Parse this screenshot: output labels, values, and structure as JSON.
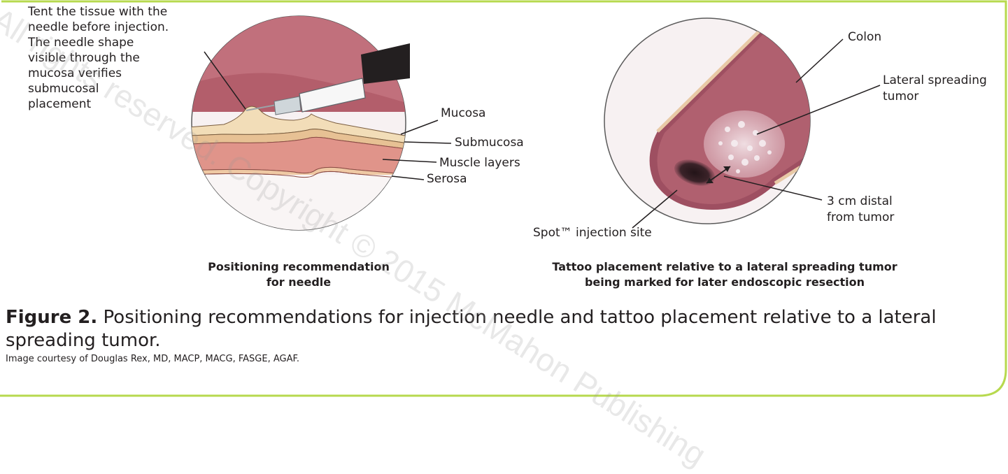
{
  "left_panel": {
    "annotation_lines": [
      "Tent the tissue with the",
      "needle before injection.",
      "The needle shape",
      "visible through the",
      "mucosa verifies",
      "submucosal",
      "placement"
    ],
    "layers": {
      "mucosa": "Mucosa",
      "submucosa": "Submucosa",
      "muscle": "Muscle layers",
      "serosa": "Serosa"
    },
    "subcaption_line1": "Positioning recommendation",
    "subcaption_line2": "for needle"
  },
  "right_panel": {
    "colon": "Colon",
    "tumor_line1": "Lateral spreading",
    "tumor_line2": "tumor",
    "distance_line1": "3 cm distal",
    "distance_line2": "from tumor",
    "spot": "Spot™ injection site",
    "subcaption_line1": "Tattoo placement relative to a lateral spreading tumor",
    "subcaption_line2": "being marked for later endoscopic resection"
  },
  "figure": {
    "label": "Figure 2.",
    "caption": " Positioning recommendations for injection needle and tattoo placement relative to a lateral spreading tumor.",
    "credit": "Image courtesy of Douglas Rex, MD, MACP, MACG, FASGE, AGAF."
  },
  "watermark": "All rights reserved. Copyright © 2015 McMahon Publishing",
  "colors": {
    "frame": "#b7d94e",
    "mucosa": "#f2ddb8",
    "submucosa": "#f0d3a6",
    "muscle": "#e0948a",
    "colon_wall": "#9e4f61",
    "tattoo": "#3b2329"
  }
}
